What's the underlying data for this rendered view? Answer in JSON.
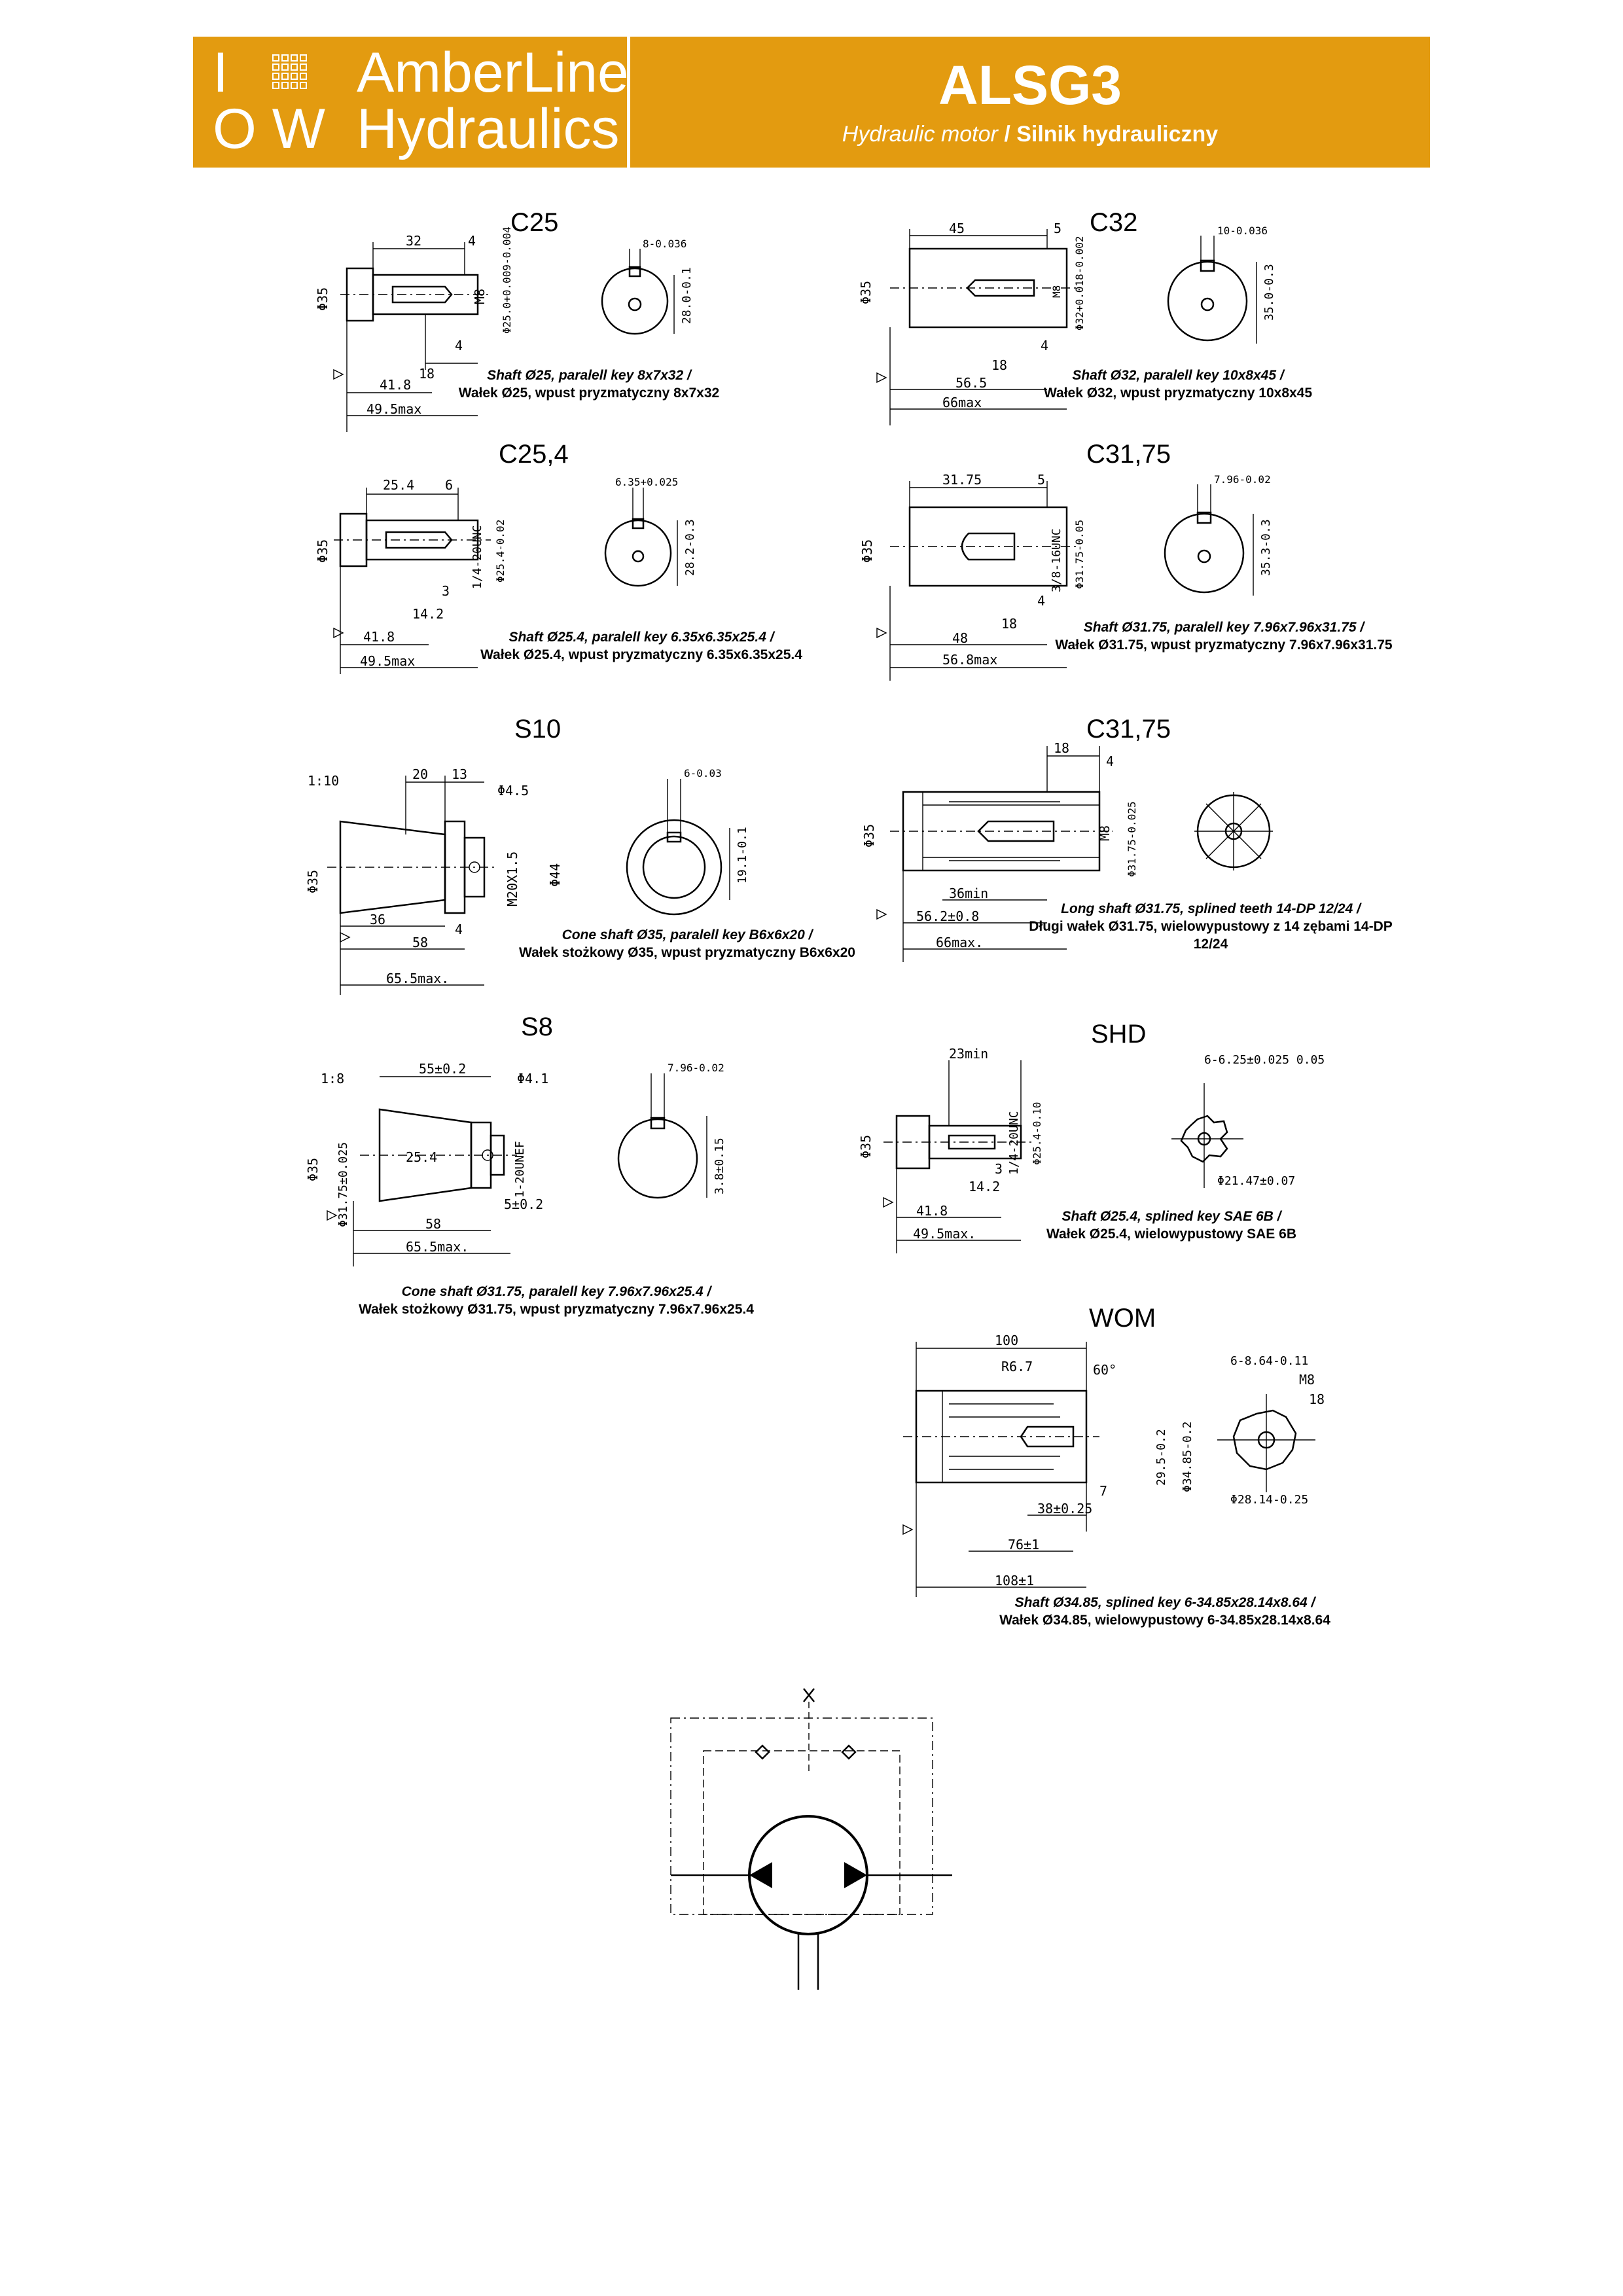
{
  "header": {
    "logo_left_line1": "I",
    "logo_left_line2": "O W",
    "logo_right_line1": "AmberLine",
    "logo_right_line2": "Hydraulics",
    "model": "ALSG3",
    "subtitle_en": "Hydraulic motor",
    "subtitle_sep": " / ",
    "subtitle_pl": "Silnik hydrauliczny",
    "brand_color": "#E39B10"
  },
  "shafts": [
    {
      "id": "C25",
      "title": "C25",
      "caption_en": "Shaft Ø25, paralell key 8x7x32 /",
      "caption_pl": "Wałek Ø25, wpust pryzmatyczny 8x7x32",
      "dims": {
        "a": "32",
        "b": "4",
        "c": "18",
        "d": "4",
        "e": "41.8",
        "f": "49.5max",
        "dia": "Φ35",
        "thread": "M8",
        "shaft": "Φ25.0+0.009-0.004",
        "key": "8-0.036",
        "depth": "28.0-0.1"
      }
    },
    {
      "id": "C32",
      "title": "C32",
      "caption_en": "Shaft Ø32, paralell key 10x8x45 /",
      "caption_pl": "Wałek Ø32, wpust pryzmatyczny 10x8x45",
      "dims": {
        "a": "45",
        "b": "5",
        "c": "18",
        "d": "4",
        "e": "56.5",
        "f": "66max",
        "dia": "Φ35",
        "thread": "M8",
        "shaft": "Φ32+0.018-0.002",
        "key": "10-0.036",
        "depth": "35.0-0.3"
      }
    },
    {
      "id": "C25_4",
      "title": "C25,4",
      "caption_en": "Shaft Ø25.4, paralell key 6.35x6.35x25.4 /",
      "caption_pl": "Wałek Ø25.4, wpust pryzmatyczny 6.35x6.35x25.4",
      "dims": {
        "a": "25.4",
        "b": "6",
        "c": "14.2",
        "d": "3",
        "e": "41.8",
        "f": "49.5max",
        "dia": "Φ35",
        "thread": "1/4-20UNC",
        "shaft": "Φ25.4-0.02",
        "key": "6.35+0.025",
        "depth": "28.2-0.3"
      }
    },
    {
      "id": "C31_75",
      "title": "C31,75",
      "caption_en": "Shaft Ø31.75, paralell key 7.96x7.96x31.75 /",
      "caption_pl": "Wałek Ø31.75, wpust pryzmatyczny 7.96x7.96x31.75",
      "dims": {
        "a": "31.75",
        "b": "5",
        "c": "18",
        "d": "4",
        "e": "48",
        "f": "56.8max",
        "dia": "Φ35",
        "thread": "3/8-16UNC",
        "shaft": "Φ31.75-0.05",
        "key": "7.96-0.02",
        "depth": "35.3-0.3"
      }
    },
    {
      "id": "S10",
      "title": "S10",
      "caption_en": "Cone shaft Ø35, paralell key B6x6x20 /",
      "caption_pl": "Wałek stożkowy Ø35, wpust pryzmatyczny B6x6x20",
      "dims": {
        "taper": "1:10",
        "a": "20",
        "b": "13",
        "hole": "Φ4.5",
        "thread": "M20X1.5",
        "dia44": "Φ44",
        "dia": "Φ35",
        "c": "36",
        "d": "4",
        "e": "58",
        "f": "65.5max.",
        "key": "6-0.03",
        "depth": "19.1-0.1"
      }
    },
    {
      "id": "C31_75_spline",
      "title": "C31,75",
      "caption_en": "Long shaft Ø31.75, splined teeth 14-DP 12/24 /",
      "caption_pl": "Długi wałek Ø31.75, wielowypustowy z 14 zębami 14-DP 12/24",
      "dims": {
        "a": "18",
        "b": "4",
        "dia": "Φ35",
        "thread": "M8",
        "shaft": "Φ31.75-0.025",
        "c": "36min",
        "e": "56.2±0.8",
        "f": "66max."
      }
    },
    {
      "id": "S8",
      "title": "S8",
      "caption_en": "Cone shaft Ø31.75, paralell key 7.96x7.96x25.4 /",
      "caption_pl": "Wałek stożkowy Ø31.75, wpust pryzmatyczny 7.96x7.96x25.4",
      "dims": {
        "taper": "1:8",
        "a": "55±0.2",
        "hole": "Φ4.1",
        "cone": "25.4",
        "shaft": "Φ31.75±0.025",
        "dia": "Φ35",
        "thread": "1-20UNEF",
        "b": "5±0.2",
        "e": "58",
        "f": "65.5max.",
        "key": "7.96-0.02",
        "depth": "3.8±0.15"
      }
    },
    {
      "id": "SHD",
      "title": "SHD",
      "caption_en": "Shaft Ø25.4, splined key SAE 6B /",
      "caption_pl": "Wałek Ø25.4, wielowypustowy SAE 6B",
      "dims": {
        "a": "23min",
        "dia": "Φ35",
        "thread": "1/4-20UNC",
        "shaft": "Φ25.4-0.10",
        "c": "3",
        "d": "14.2",
        "e": "41.8",
        "f": "49.5max.",
        "spline": "6-6.25±0.025 0.05",
        "minor": "Φ21.47±0.07"
      }
    },
    {
      "id": "WOM",
      "title": "WOM",
      "caption_en": "Shaft Ø34.85, splined key 6-34.85x28.14x8.64 /",
      "caption_pl": "Wałek Ø34.85, wielowypustowy 6-34.85x28.14x8.64",
      "dims": {
        "a": "100",
        "r": "R6.7",
        "angle": "60°",
        "inner": "29.5-0.2",
        "outer": "Φ34.85-0.2",
        "b": "7",
        "c": "38±0.25",
        "d": "76±1",
        "e": "108±1",
        "spline": "6-8.64-0.11",
        "thread": "M8",
        "depth": "18",
        "minor": "Φ28.14-0.25"
      }
    }
  ]
}
